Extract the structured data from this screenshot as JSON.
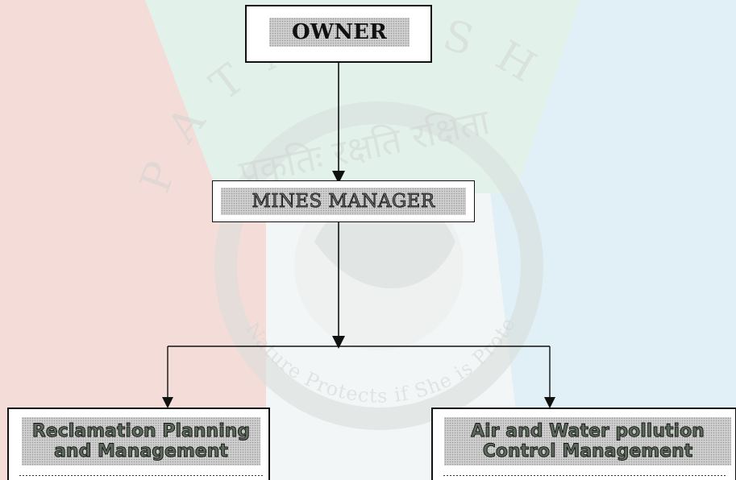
{
  "diagram": {
    "owner": {
      "label": "OWNER"
    },
    "manager": {
      "label": "MINES MANAGER"
    },
    "left_branch": {
      "line1": "Reclamation Planning",
      "line2": "and Management"
    },
    "right_branch": {
      "line1": "Air and Water pollution",
      "line2": "Control Management"
    }
  },
  "watermark": {
    "arc_text": "P A T A N E S H",
    "hindi_text": "प्रकृतिः रक्षति रक्षिता",
    "bottom_arc_text": "Nature Protects if She is Protected"
  },
  "colors": {
    "connector": "#111111",
    "band_gray": "#c7c7c7",
    "watermark_red": "#e8b7b0",
    "watermark_blue": "#bfe0ee",
    "watermark_green": "#c8e7d7"
  }
}
